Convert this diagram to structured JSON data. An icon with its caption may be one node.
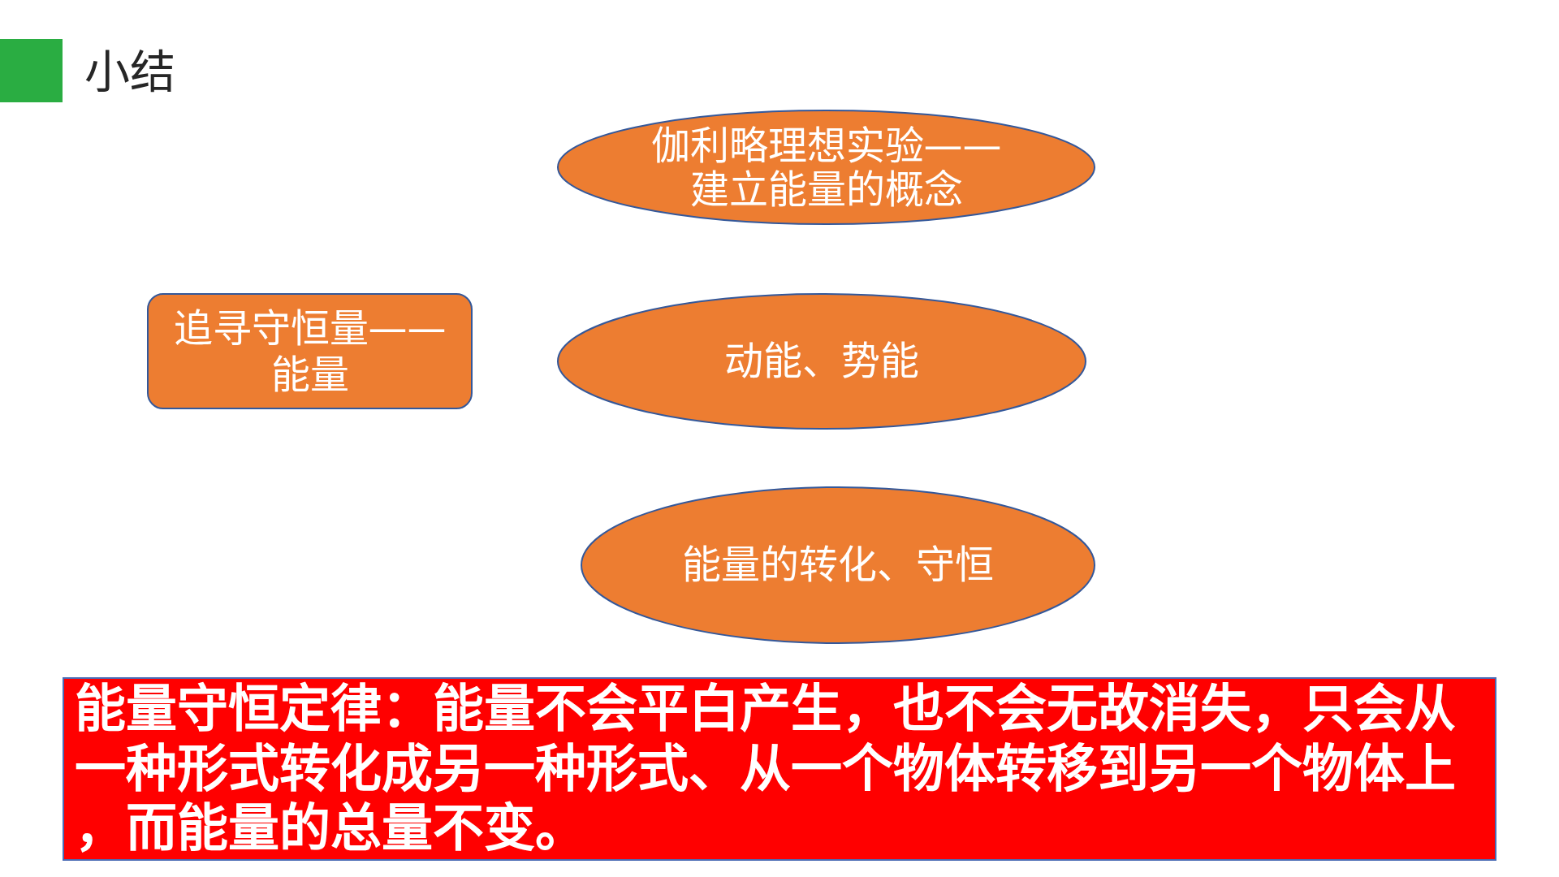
{
  "diagram": {
    "title": "小结",
    "nodes": [
      {
        "text": [
          "伽利略理想实验——建立能量的概念"
        ]
      },
      {
        "text": [
          "追寻守恒量——能量"
        ]
      },
      {
        "text": [
          "动能、势能"
        ]
      },
      {
        "text": [
          "能量的转化、守恒"
        ]
      },
      {
        "text": [
          "能量守恒定律：能量不会平白产生，也不会无故消失，只会从一种形式转化成另一种形式、从一个物体转移到另一个物体上，而能量的总量不变。"
        ]
      }
    ]
  }
}
